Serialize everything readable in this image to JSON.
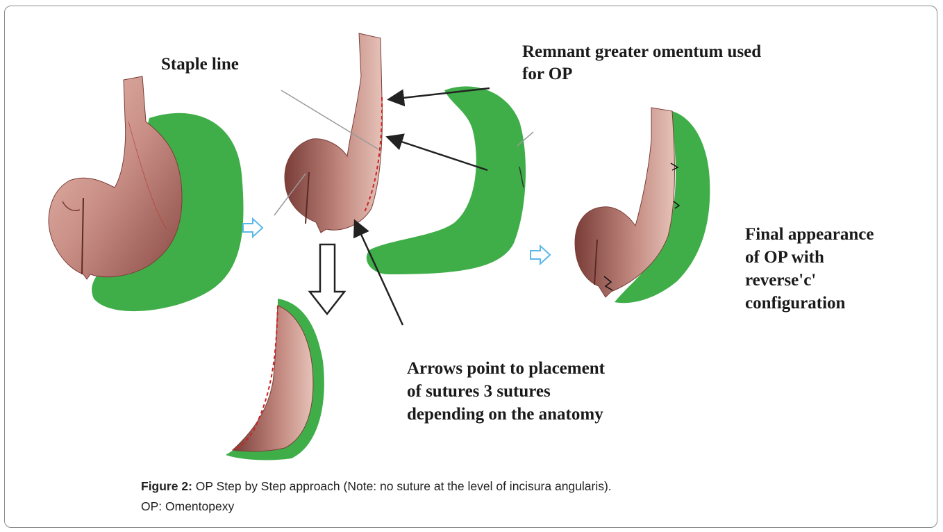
{
  "figure": {
    "labels": {
      "staple_line": "Staple line",
      "remnant_line1": "Remnant greater omentum used",
      "remnant_line2": "for OP",
      "final_line1": "Final appearance",
      "final_line2": "of OP with",
      "final_line3": "reverse'c'",
      "final_line4": "configuration",
      "arrows_line1": "Arrows point to placement",
      "arrows_line2": "of sutures 3  sutures",
      "arrows_line3": "depending on the anatomy"
    },
    "colors": {
      "omentum": "#3fae49",
      "stomach": "#c98f86",
      "stomach_dark": "#8a4a44",
      "staple": "#cc2222",
      "step_arrow": "#5bb8e8",
      "text": "#1a1a1a"
    }
  },
  "caption": {
    "prefix": "Figure 2:",
    "text": " OP Step by Step approach (Note: no suture at the level of incisura angularis).",
    "line2": "OP: Omentopexy"
  }
}
